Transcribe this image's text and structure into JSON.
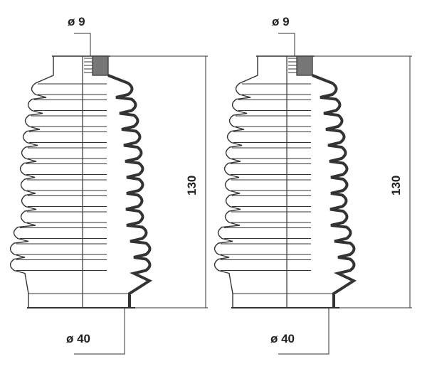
{
  "title": "Steering boot kit drawing",
  "boots": [
    {
      "top_diameter_label": "ø 9",
      "bottom_diameter_label": "ø 40",
      "length_label": "130",
      "top_diameter": 9,
      "bottom_diameter": 40,
      "length": 130
    },
    {
      "top_diameter_label": "ø 9",
      "bottom_diameter_label": "ø 40",
      "length_label": "130",
      "top_diameter": 9,
      "bottom_diameter": 40,
      "length": 130
    }
  ],
  "colors": {
    "line": "#333333",
    "hatch": "#777777",
    "background": "#ffffff"
  }
}
